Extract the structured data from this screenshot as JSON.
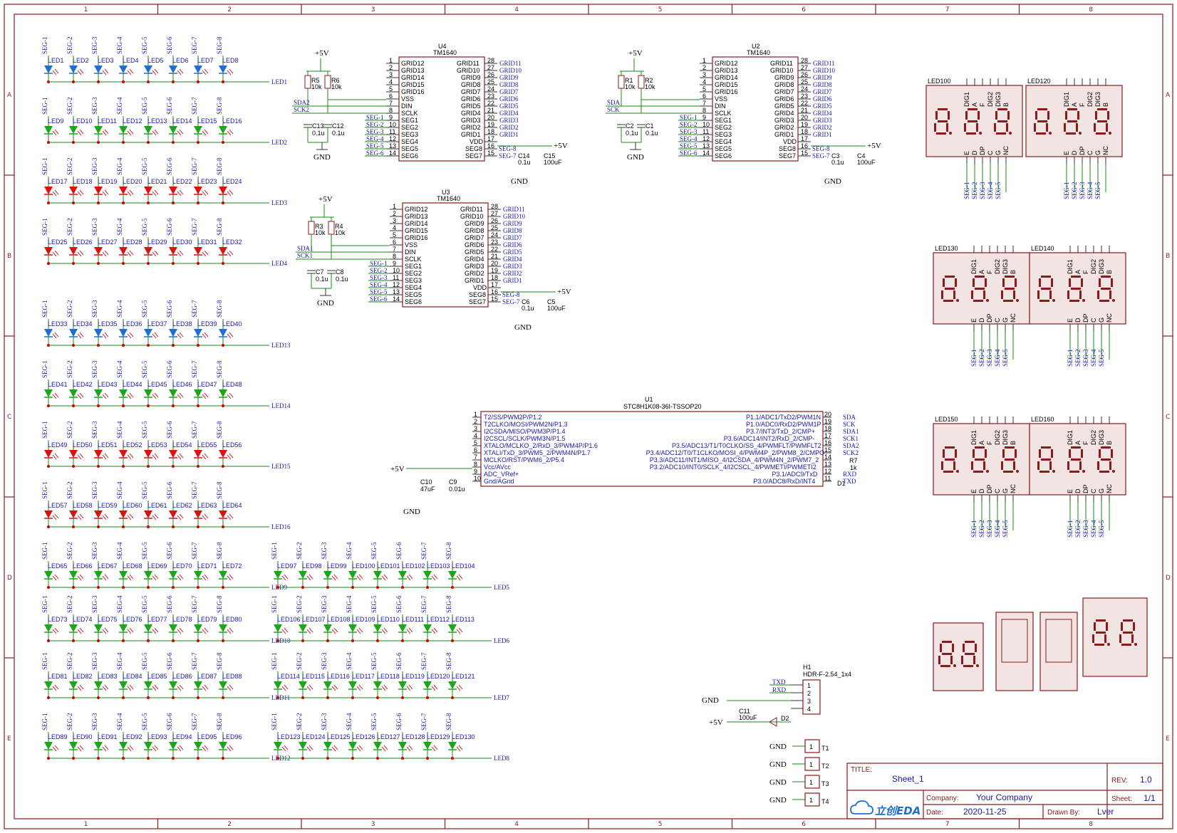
{
  "frame": {
    "columns": [
      "1",
      "2",
      "3",
      "4",
      "5",
      "6",
      "7",
      "8"
    ],
    "rows": [
      "A",
      "B",
      "C",
      "D",
      "E"
    ]
  },
  "titleblock": {
    "title_label": "TITLE:",
    "title": "Sheet_1",
    "rev_label": "REV:",
    "rev": "1.0",
    "company_label": "Company:",
    "company": "Your Company",
    "sheet_label": "Sheet:",
    "sheet": "1/1",
    "date_label": "Date:",
    "date": "2020-11-25",
    "drawn_label": "Drawn By:",
    "drawn": "Lver",
    "logo": "立创EDA"
  },
  "colors": {
    "blue_led": "#1e6fd0",
    "green_led": "#1aa81a",
    "red_led": "#dd1111",
    "frame": "#8b1a1a"
  },
  "led_rows": [
    {
      "start": 1,
      "color": "blue",
      "net": "LED1"
    },
    {
      "start": 9,
      "color": "green",
      "net": "LED2"
    },
    {
      "start": 17,
      "color": "red",
      "net": "LED3"
    },
    {
      "start": 25,
      "color": "red",
      "net": "LED4"
    },
    {
      "start": 33,
      "color": "blue",
      "net": "LED13"
    },
    {
      "start": 41,
      "color": "green",
      "net": "LED14"
    },
    {
      "start": 49,
      "color": "red",
      "net": "LED15"
    },
    {
      "start": 57,
      "color": "red",
      "net": "LED16"
    },
    {
      "start": 65,
      "color": "green",
      "net": "LED9"
    },
    {
      "start": 73,
      "color": "green",
      "net": "LED10"
    },
    {
      "start": 81,
      "color": "green",
      "net": "LED11"
    },
    {
      "start": 89,
      "color": "green",
      "net": "LED12"
    },
    {
      "start": 97,
      "color": "green",
      "net": "LED5"
    },
    {
      "start": 106,
      "color": "green",
      "net": "LED6"
    },
    {
      "start": 114,
      "color": "green",
      "net": "LED7"
    },
    {
      "start": 123,
      "color": "green",
      "net": "LED8"
    }
  ],
  "seg_labels": [
    "SEG-1",
    "SEG-2",
    "SEG-3",
    "SEG-4",
    "SEG-5",
    "SEG-6",
    "SEG-7",
    "SEG-8"
  ],
  "tm1640": [
    {
      "ref": "U4",
      "part": "TM1640",
      "din": "SDA2",
      "sclk": "SCK2",
      "rA": "R5",
      "rB": "R6",
      "cA": "C13",
      "cB": "C12",
      "cC": "C14",
      "cD": "C15"
    },
    {
      "ref": "U2",
      "part": "TM1640",
      "din": "SDA",
      "sclk": "SCK",
      "rA": "R1",
      "rB": "R2",
      "cA": "C2",
      "cB": "C1",
      "cC": "C3",
      "cD": "C4"
    },
    {
      "ref": "U3",
      "part": "TM1640",
      "din": "SDA1",
      "sclk": "SCK1",
      "rA": "R3",
      "rB": "R4",
      "cA": "C7",
      "cB": "C8",
      "cC": "C6",
      "cD": "C5"
    }
  ],
  "tm_left_pins": [
    {
      "n": "1",
      "name": "GRID12"
    },
    {
      "n": "2",
      "name": "GRID13"
    },
    {
      "n": "3",
      "name": "GRID14"
    },
    {
      "n": "4",
      "name": "GRID15"
    },
    {
      "n": "5",
      "name": "GRID16"
    },
    {
      "n": "6",
      "name": "VSS"
    },
    {
      "n": "7",
      "name": "DIN"
    },
    {
      "n": "8",
      "name": "SCLK"
    },
    {
      "n": "9",
      "name": "SEG1"
    },
    {
      "n": "10",
      "name": "SEG2"
    },
    {
      "n": "11",
      "name": "SEG3"
    },
    {
      "n": "12",
      "name": "SEG4"
    },
    {
      "n": "13",
      "name": "SEG5"
    },
    {
      "n": "14",
      "name": "SEG6"
    }
  ],
  "tm_right_pins": [
    {
      "n": "28",
      "name": "GRID11"
    },
    {
      "n": "27",
      "name": "GRID10"
    },
    {
      "n": "26",
      "name": "GRID9"
    },
    {
      "n": "25",
      "name": "GRID8"
    },
    {
      "n": "24",
      "name": "GRID7"
    },
    {
      "n": "23",
      "name": "GRID6"
    },
    {
      "n": "22",
      "name": "GRID5"
    },
    {
      "n": "21",
      "name": "GRID4"
    },
    {
      "n": "20",
      "name": "GRID3"
    },
    {
      "n": "19",
      "name": "GRID2"
    },
    {
      "n": "18",
      "name": "GRID1"
    },
    {
      "n": "17",
      "name": "VDD"
    },
    {
      "n": "16",
      "name": "SEG8"
    },
    {
      "n": "15",
      "name": "SEG7"
    }
  ],
  "mcu": {
    "ref": "U1",
    "part": "STC8H1K08-36I-TSSOP20",
    "left": [
      {
        "n": "1",
        "name": "T2/SS/PWM2P/P1.2"
      },
      {
        "n": "2",
        "name": "T2CLKO/MOSI/PWM2N/P1.3"
      },
      {
        "n": "3",
        "name": "I2CSDA/MISO/PWM3P/P1.4"
      },
      {
        "n": "4",
        "name": "I2CSCL/SCLK/PWM3N/P1.5"
      },
      {
        "n": "5",
        "name": "XTALO/MCLKO_2/RxD_3/PWM4P/P1.6"
      },
      {
        "n": "6",
        "name": "XTALI/TxD_3/PWM5_2/PWM4N/P1.7"
      },
      {
        "n": "7",
        "name": "MCLKO/RST/PWM6_2/P5.4"
      },
      {
        "n": "8",
        "name": "Vcc/AVcc"
      },
      {
        "n": "9",
        "name": "ADC_VRef+"
      },
      {
        "n": "10",
        "name": "Gnd/AGnd"
      }
    ],
    "right": [
      {
        "n": "20",
        "name": "P1.1/ADC1/TxD2/PWM1N",
        "net": "SDA"
      },
      {
        "n": "19",
        "name": "P1.0/ADC0/RxD2/PWM1P",
        "net": "SCK"
      },
      {
        "n": "18",
        "name": "P3.7/INT3/TxD_2/CMP+",
        "net": "SDA1"
      },
      {
        "n": "17",
        "name": "P3.6/ADC14/INT2/RxD_2/CMP-",
        "net": "SCK1"
      },
      {
        "n": "16",
        "name": "P3.5/ADC13/T1/T0CLKO/SS_4/PWMFLT/PWMFLT2",
        "net": "SDA2"
      },
      {
        "n": "15",
        "name": "P3.4/ADC12/T0/T1CLKO/MOSI_4/PWM4P_2/PWM8_2/CMPO",
        "net": "SCK2"
      },
      {
        "n": "14",
        "name": "P3.3/ADC11/INT1/MISO_4/I2CSDA_4/PWM4N_2/PWM7_2",
        "net": ""
      },
      {
        "n": "13",
        "name": "P3.2/ADC10/INT0/SCLK_4/I2CSCL_4/PWMETI/PWMETI2",
        "net": ""
      },
      {
        "n": "12",
        "name": "P3.1/ADC9/TxD",
        "net": "RXD"
      },
      {
        "n": "11",
        "name": "P3.0/ADC8/RxD/INT4",
        "net": "TXD"
      }
    ],
    "r7": "R7",
    "r7v": "1k",
    "d1": "D1",
    "c10": "C10",
    "c10v": "47uF",
    "c9": "C9",
    "c9v": "0.01u"
  },
  "header": {
    "ref": "H1",
    "part": "HDR-F-2.54_1x4",
    "pins": [
      "1",
      "2",
      "3",
      "4"
    ],
    "txd": "TXD",
    "rxd": "RXD",
    "c11": "C11",
    "c11v": "100uF",
    "d2": "D2"
  },
  "testpoints": [
    "T1",
    "T2",
    "T3",
    "T4"
  ],
  "power": {
    "vcc": "+5V",
    "gnd": "GND"
  },
  "values": {
    "r10k": "10k",
    "c01u": "0.1u",
    "c100u": "100uF"
  },
  "seg_displays": [
    {
      "ref": "LED100"
    },
    {
      "ref": "LED120"
    },
    {
      "ref": "LED130"
    },
    {
      "ref": "LED140"
    },
    {
      "ref": "LED150"
    },
    {
      "ref": "LED160"
    }
  ],
  "seg_pin_top": [
    "DIG1",
    "A",
    "F",
    "DIG2",
    "DIG3",
    "B"
  ],
  "seg_pin_bot": [
    "E",
    "D",
    "DP",
    "C",
    "G",
    "NC"
  ],
  "seg_letters": [
    "a",
    "f",
    "g",
    "b",
    "e",
    "c",
    "d",
    "dp"
  ]
}
